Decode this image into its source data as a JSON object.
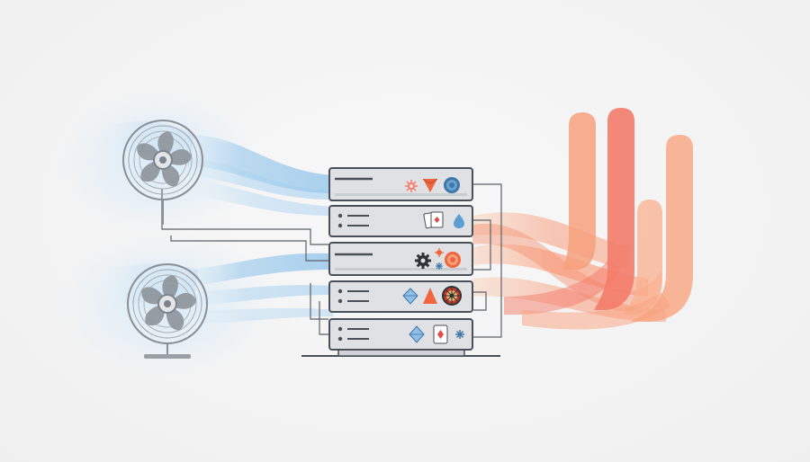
{
  "scene": {
    "palette": {
      "background": "#f3f3f3",
      "server_body": "#dfe1e4",
      "server_panel": "#c9cdd2",
      "server_outline": "#4a5058",
      "cool_air": "#8ec3ea",
      "hot_air_start": "#f98b6a",
      "hot_air_end": "#f9b48f",
      "fan_stroke": "#8a8f96"
    },
    "fans": [
      {
        "name": "upper-fan",
        "icon": "fan-icon"
      },
      {
        "name": "lower-fan",
        "icon": "fan-icon"
      }
    ],
    "server_units": [
      {
        "name": "server-unit-1",
        "icons": [
          "sun-chip-icon",
          "triangle-gem-icon",
          "gear-chip-icon"
        ]
      },
      {
        "name": "server-unit-2",
        "icons": [
          "playing-cards-icon",
          "droplet-icon"
        ]
      },
      {
        "name": "server-unit-3",
        "icons": [
          "gear-icon",
          "sun-icon",
          "poker-chip-icon"
        ]
      },
      {
        "name": "server-unit-4",
        "icons": [
          "diamond-icon",
          "triangle-icon",
          "roulette-wheel-icon"
        ]
      },
      {
        "name": "server-unit-5",
        "icons": [
          "diamond-icon",
          "playing-card-icon",
          "snowflake-icon"
        ]
      }
    ],
    "airflow": {
      "cool_side": "left",
      "hot_side": "right"
    }
  }
}
